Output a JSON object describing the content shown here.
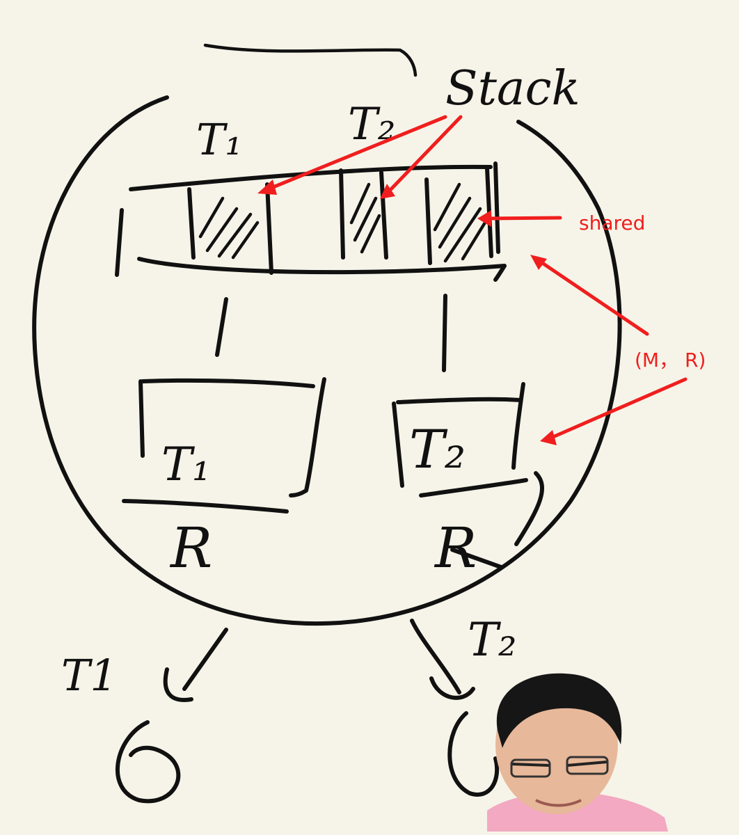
{
  "annotations": {
    "shared": "shared",
    "mr": "(M， R)"
  },
  "handwriting": {
    "stack": "Stack",
    "t1_top": "T₁",
    "t2_top": "T₂",
    "t1_box": "T₁",
    "t2_box": "T₂",
    "r_left": "R",
    "r_right": "R",
    "t1_bottom": "T1",
    "t2_bottom": "T₂"
  },
  "colors": {
    "background": "#f6f4e8",
    "ink": "#111111",
    "annotation": "#f01e1e"
  },
  "webcam": {
    "icon": "presenter-webcam"
  }
}
